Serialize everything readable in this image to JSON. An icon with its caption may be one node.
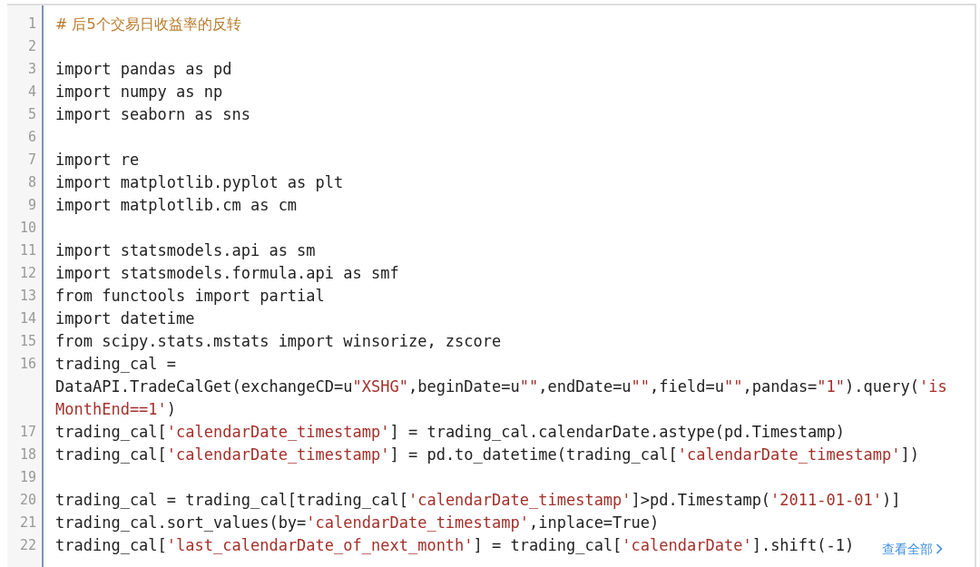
{
  "diagram": {
    "labels": [
      "1",
      "# 后5个交易日收益率的反转",
      "2",
      "3",
      "import pandas as pd",
      "4",
      "import numpy as np",
      "5",
      "import seaborn as sns",
      "6",
      "7",
      "import re",
      "8",
      "import matplotlib.pyplot as plt",
      "9",
      "import matplotlib.cm as cm",
      "10",
      "11",
      "import statsmodels.api as sm",
      "12",
      "import statsmodels.formula.api as smf",
      "13",
      "from functools import partial",
      "14",
      "import datetime",
      "15",
      "from scipy.stats.mstats import winsorize, zscore",
      "16",
      "trading_cal = DataAPI.TradeCalGet(exchangeCD=u\"XSHG\",beginDate=u\"\",endDate=u\"\",field=u\"\",pandas=\"1\").query('is MonthEnd==1')",
      "17",
      "trading_cal['calendarDate_timestamp'] = trading_cal.calendarDate.astype(pd.Timestamp)",
      "18",
      "trading_cal['calendarDate_timestamp'] = pd.to_datetime(trading_cal['calendarDate_timestamp'])",
      "19",
      "20",
      "trading_cal = trading_cal[trading_cal['calendarDate_timestamp']>pd.Timestamp('2011-01-01')]",
      "21",
      "trading_cal.sort_values(by='calendarDate_timestamp',inplace=True)",
      "22",
      "trading_cal['last_calendarDate_of_next_month'] = trading_cal['calendarDate'].shift(-1)",
      "查看全部"
    ]
  }
}
